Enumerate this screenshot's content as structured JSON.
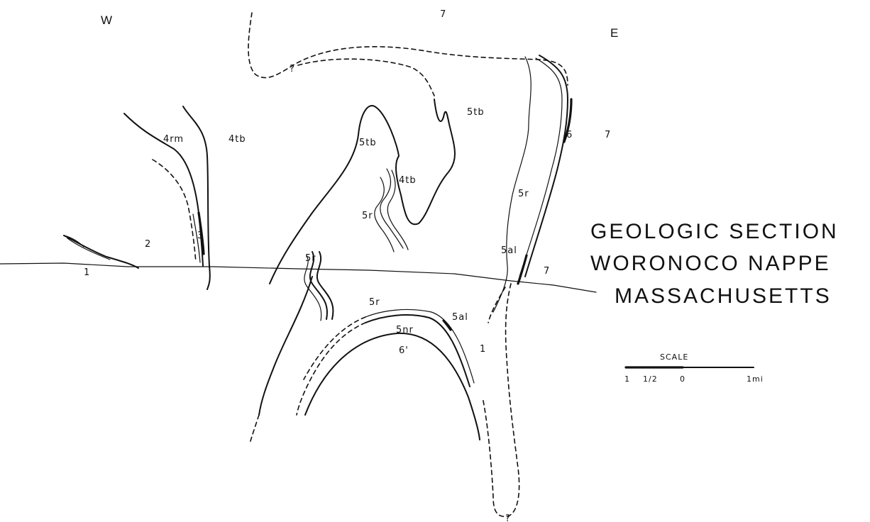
{
  "orientation": {
    "west": "W",
    "east": "E"
  },
  "title": {
    "line1": "GEOLOGIC SECTION",
    "line2": "WORONOCO NAPPE",
    "line3": "MASSACHUSETTS"
  },
  "unit_labels": {
    "top7": "7",
    "right7a": "7",
    "right7b": "7",
    "u1": "1",
    "u1b": "1",
    "u2": "2",
    "u3": "3",
    "u4rm": "4rm",
    "u4tb_left": "4tb",
    "u4tb_center": "4tb",
    "u5tb_center": "5tb",
    "u5tb_top": "5tb",
    "u5r_center": "5r",
    "u5r_lower": "5r",
    "u5r_right": "5r",
    "u5r_arch": "5r",
    "u5nr": "5nr",
    "u5al_right": "5al",
    "u5al_arch": "5al",
    "u6": "6",
    "u6prime": "6'",
    "q_top": "?",
    "q_bottom": "?"
  },
  "scale": {
    "heading": "SCALE",
    "tick1": "1",
    "tick_half": "1/2",
    "tick0": "0",
    "tick_end": "1mi"
  }
}
